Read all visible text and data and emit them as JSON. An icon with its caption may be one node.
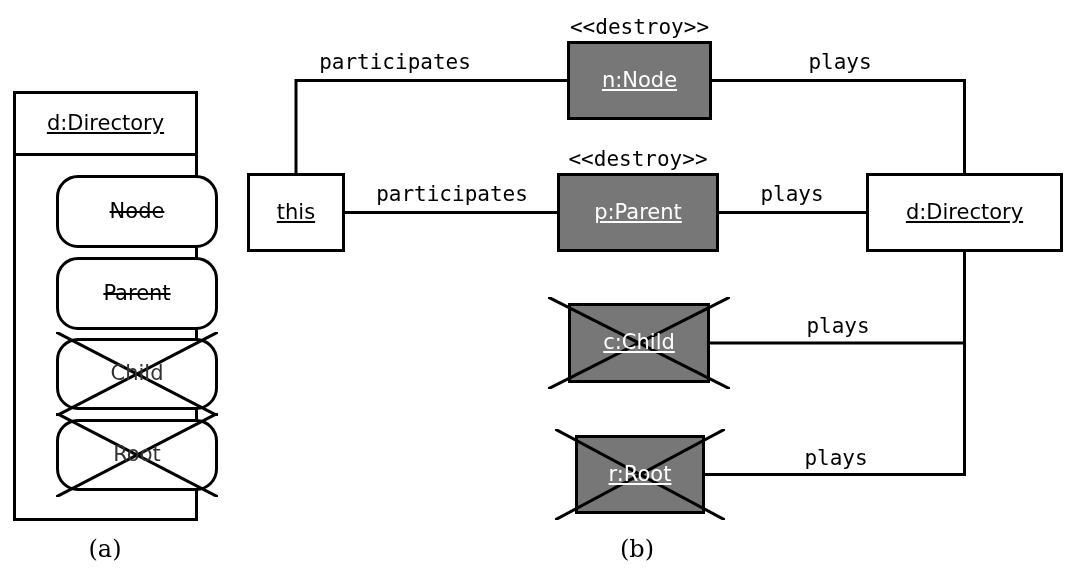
{
  "diagram": {
    "nodes": [
      {
        "text": [
          "d:Directory"
        ]
      },
      {
        "text": [
          "Node"
        ],
        "in": 0
      },
      {
        "text": [
          "Parent"
        ],
        "in": 0
      },
      {
        "text": [
          "Child"
        ],
        "in": 0
      },
      {
        "text": [
          "Root"
        ],
        "in": 0
      },
      {
        "text": [
          "this"
        ]
      },
      {
        "text": [
          "n:Node"
        ],
        "beside": [
          "<<destroy>>"
        ]
      },
      {
        "text": [
          "p:Parent"
        ],
        "beside": [
          "<<destroy>>"
        ]
      },
      {
        "text": [
          "d:Directory"
        ]
      },
      {
        "text": [
          "c:Child"
        ]
      },
      {
        "text": [
          "r:Root"
        ]
      }
    ],
    "edges": [
      {
        "from": 5,
        "to": 6,
        "arrow": "none",
        "label": "participates"
      },
      {
        "from": 6,
        "to": 8,
        "arrow": "none",
        "label": "plays"
      },
      {
        "from": 5,
        "to": 7,
        "arrow": "none",
        "label": "participates"
      },
      {
        "from": 7,
        "to": 8,
        "arrow": "none",
        "label": "plays"
      },
      {
        "from": 9,
        "to": 8,
        "arrow": "none",
        "label": "plays"
      },
      {
        "from": 10,
        "to": 8,
        "arrow": "none",
        "label": "plays"
      }
    ],
    "labels": [
      "(a)",
      "(b)"
    ]
  }
}
